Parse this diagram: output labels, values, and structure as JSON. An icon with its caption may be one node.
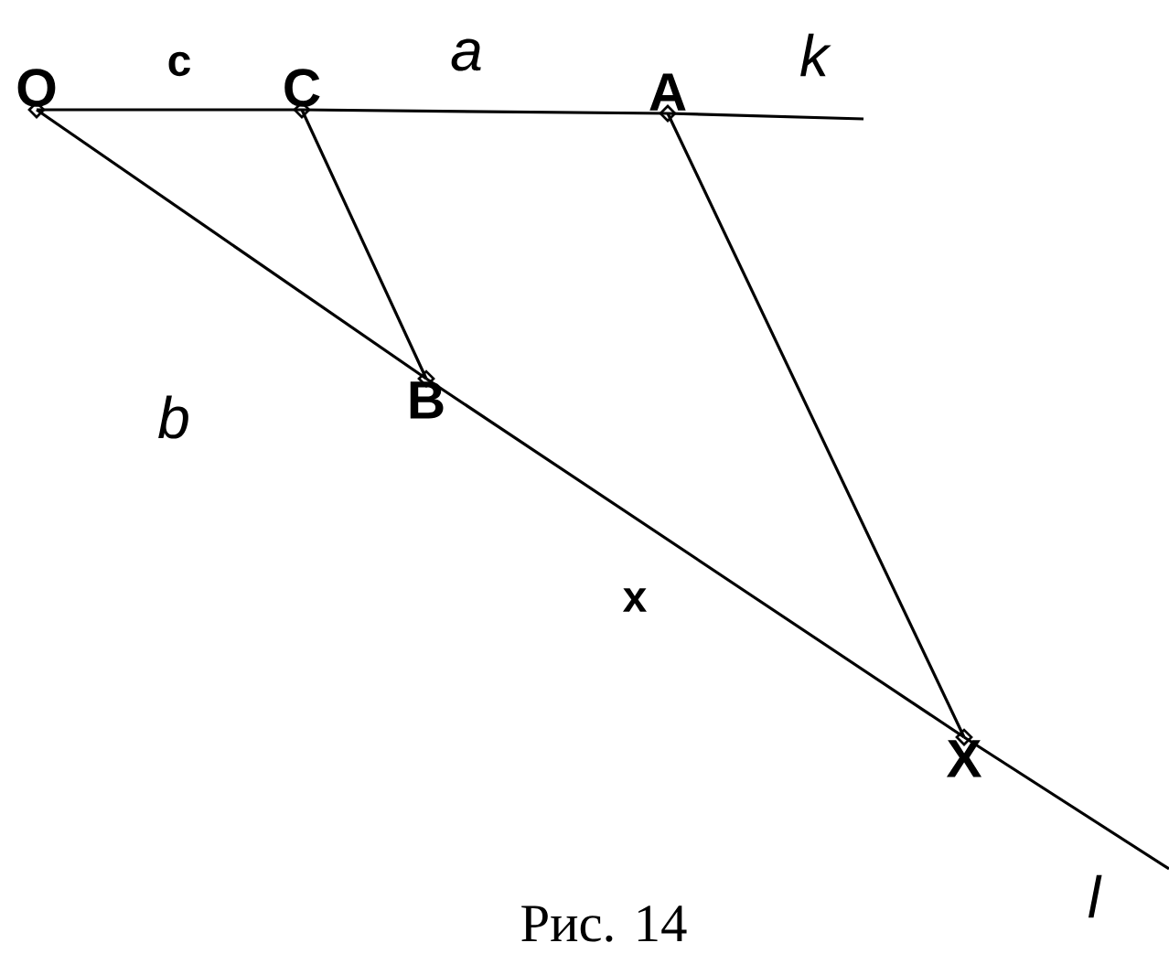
{
  "diagram": {
    "caption": "Рис. 14",
    "nodes": [
      {
        "text": [
          "O"
        ]
      },
      {
        "text": [
          "C"
        ]
      },
      {
        "text": [
          "A"
        ]
      },
      {
        "text": [
          "B"
        ]
      },
      {
        "text": [
          "X"
        ]
      }
    ],
    "edges": [
      {
        "from": 0,
        "to": 1,
        "arrow": "none"
      },
      {
        "from": 1,
        "to": 2,
        "arrow": "none"
      },
      {
        "from": 2,
        "to": null,
        "arrow": "none"
      },
      {
        "from": 0,
        "to": 3,
        "arrow": "none"
      },
      {
        "from": 3,
        "to": 4,
        "arrow": "none"
      },
      {
        "from": 4,
        "to": null,
        "arrow": "none"
      },
      {
        "from": 1,
        "to": 3,
        "arrow": "none"
      },
      {
        "from": 2,
        "to": 4,
        "arrow": "none"
      }
    ],
    "labels": [
      "c",
      "a",
      "k",
      "b",
      "x",
      "l"
    ]
  }
}
